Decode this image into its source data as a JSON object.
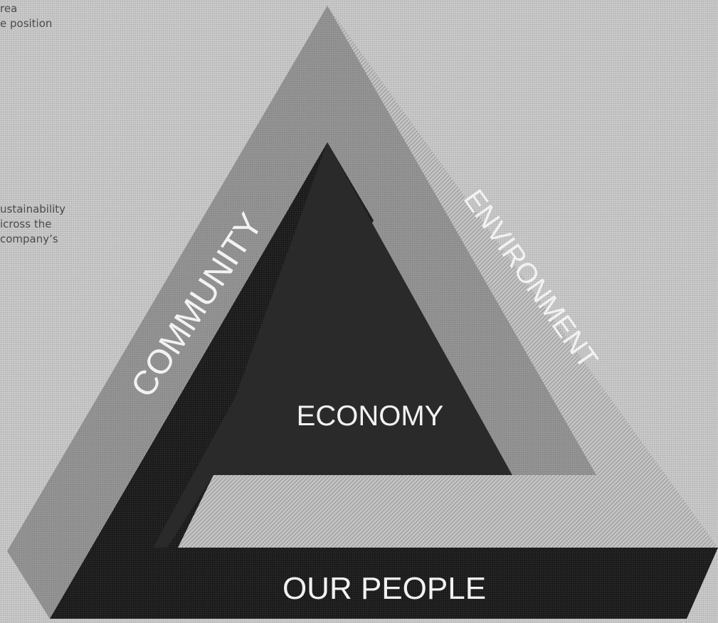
{
  "intro_text": {
    "lines": [
      "rea",
      "e position"
    ]
  },
  "sustainability_text": {
    "lines": [
      "ustainability",
      "icross the",
      "company’s"
    ]
  },
  "triangle": {
    "labels": {
      "community": "COMMUNITY",
      "environment": "ENVIRONMENT",
      "economy": "ECONOMY",
      "people": "OUR PEOPLE"
    }
  },
  "colors": {
    "background": "#c4c4c4",
    "community_band": "#8d8d8d",
    "environment_band": "#bcbcbc",
    "economy_core": "#2c2c2c",
    "people_band": "#1a1a1a",
    "label_text": "#f2f2f2"
  }
}
